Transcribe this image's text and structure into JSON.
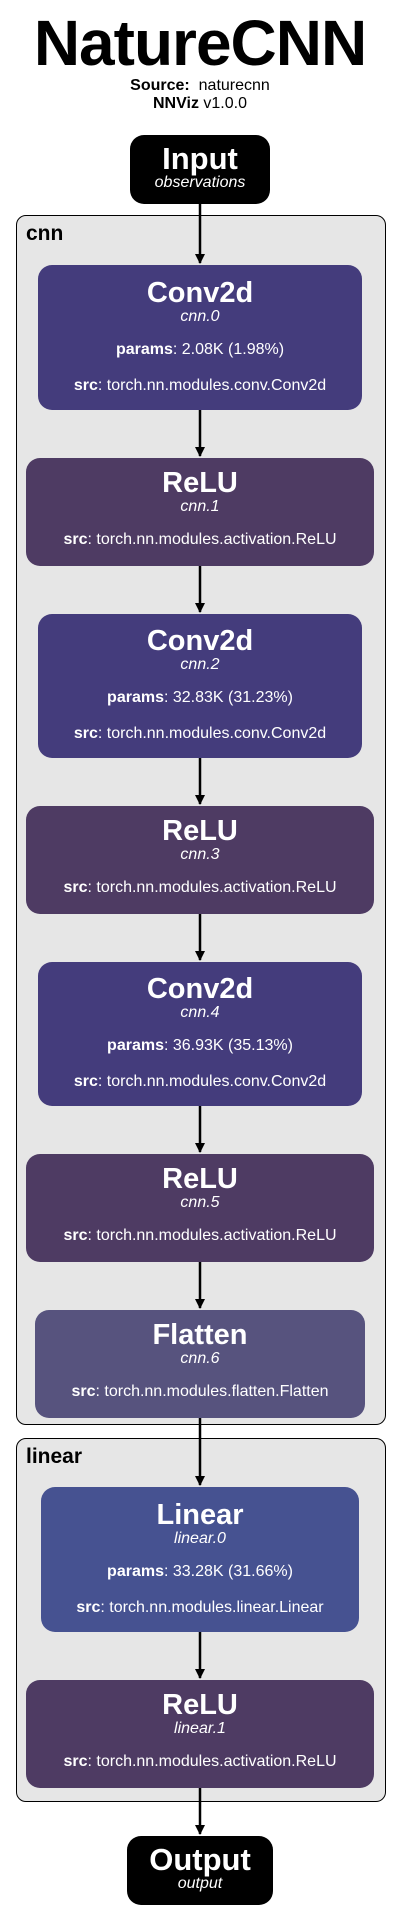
{
  "header": {
    "title": "NatureCNN",
    "source_label": "Source:",
    "source_value": "naturecnn",
    "tool_label": "NNViz",
    "tool_version": "v1.0.0"
  },
  "input": {
    "name": "Input",
    "sub": "observations"
  },
  "output": {
    "name": "Output",
    "sub": "output"
  },
  "clusters": {
    "cnn": {
      "label": "cnn"
    },
    "linear": {
      "label": "linear"
    }
  },
  "nodes": [
    {
      "name": "Conv2d",
      "path": "cnn.0",
      "params_label": "params",
      "params": ": 2.08K (1.98%)",
      "src_label": "src",
      "src": ": torch.nn.modules.conv.Conv2d"
    },
    {
      "name": "ReLU",
      "path": "cnn.1",
      "src_label": "src",
      "src": ": torch.nn.modules.activation.ReLU"
    },
    {
      "name": "Conv2d",
      "path": "cnn.2",
      "params_label": "params",
      "params": ": 32.83K (31.23%)",
      "src_label": "src",
      "src": ": torch.nn.modules.conv.Conv2d"
    },
    {
      "name": "ReLU",
      "path": "cnn.3",
      "src_label": "src",
      "src": ": torch.nn.modules.activation.ReLU"
    },
    {
      "name": "Conv2d",
      "path": "cnn.4",
      "params_label": "params",
      "params": ": 36.93K (35.13%)",
      "src_label": "src",
      "src": ": torch.nn.modules.conv.Conv2d"
    },
    {
      "name": "ReLU",
      "path": "cnn.5",
      "src_label": "src",
      "src": ": torch.nn.modules.activation.ReLU"
    },
    {
      "name": "Flatten",
      "path": "cnn.6",
      "src_label": "src",
      "src": ": torch.nn.modules.flatten.Flatten"
    },
    {
      "name": "Linear",
      "path": "linear.0",
      "params_label": "params",
      "params": ": 33.28K (31.66%)",
      "src_label": "src",
      "src": ": torch.nn.modules.linear.Linear"
    },
    {
      "name": "ReLU",
      "path": "linear.1",
      "src_label": "src",
      "src": ": torch.nn.modules.activation.ReLU"
    }
  ],
  "colors": {
    "conv2d": "#443c7c",
    "relu": "#4e3b63",
    "flatten": "#57537e",
    "linear": "#465291",
    "cluster_bg": "#e6e6e6",
    "io": "#000000"
  }
}
